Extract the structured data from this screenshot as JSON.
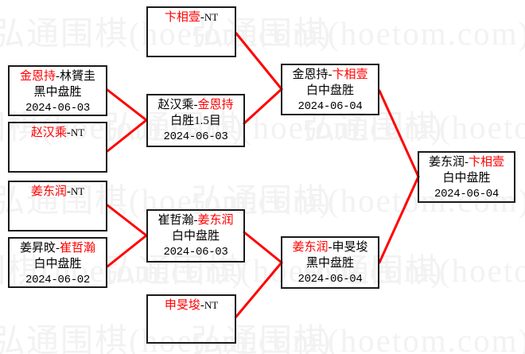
{
  "watermark": {
    "text": "弘通围棋(hoetom.com)",
    "color": "#f2f2f2"
  },
  "theme": {
    "line_color": "#ff0000",
    "box_border_color": "#1a1a1a",
    "winner_color": "#ff0000",
    "loser_color": "#000000",
    "background": "#ffffff"
  },
  "tournament": {
    "seed_tag": "NT",
    "separator": "-"
  },
  "matches": {
    "r1_bian": {
      "player_left": "卞相壹",
      "player_right": "NT",
      "result": "",
      "date": "",
      "winner_side": "left",
      "bye": true
    },
    "r1_kim": {
      "player_left": "金恩持",
      "player_right": "林贇圭",
      "result": "黑中盘胜",
      "date": "2024-06-03",
      "winner_side": "left",
      "bye": false
    },
    "r1_zhao": {
      "player_left": "赵汉乘",
      "player_right": "NT",
      "result": "",
      "date": "",
      "winner_side": "left",
      "bye": true
    },
    "r1_jiang": {
      "player_left": "姜东润",
      "player_right": "NT",
      "result": "",
      "date": "",
      "winner_side": "left",
      "bye": true
    },
    "r1_cui": {
      "player_left": "姜昇旼",
      "player_right": "崔哲瀚",
      "result": "白中盘胜",
      "date": "2024-06-02",
      "winner_side": "right",
      "bye": false
    },
    "r1_shen": {
      "player_left": "申旻埈",
      "player_right": "NT",
      "result": "",
      "date": "",
      "winner_side": "left",
      "bye": true
    },
    "r2_top": {
      "player_left": "赵汉乘",
      "player_right": "金恩持",
      "result": "白胜1.5目",
      "date": "2024-06-03",
      "winner_side": "right",
      "bye": false
    },
    "r2_bottom": {
      "player_left": "崔哲瀚",
      "player_right": "姜东润",
      "result": "白中盘胜",
      "date": "2024-06-03",
      "winner_side": "right",
      "bye": false
    },
    "sf_top": {
      "player_left": "金恩持",
      "player_right": "卞相壹",
      "result": "白中盘胜",
      "date": "2024-06-04",
      "winner_side": "right",
      "bye": false
    },
    "sf_bottom": {
      "player_left": "姜东润",
      "player_right": "申旻埈",
      "result": "黑中盘胜",
      "date": "2024-06-04",
      "winner_side": "left",
      "bye": false
    },
    "final": {
      "player_left": "姜东润",
      "player_right": "卞相壹",
      "result": "白中盘胜",
      "date": "2024-06-04",
      "winner_side": "right",
      "bye": false
    }
  }
}
